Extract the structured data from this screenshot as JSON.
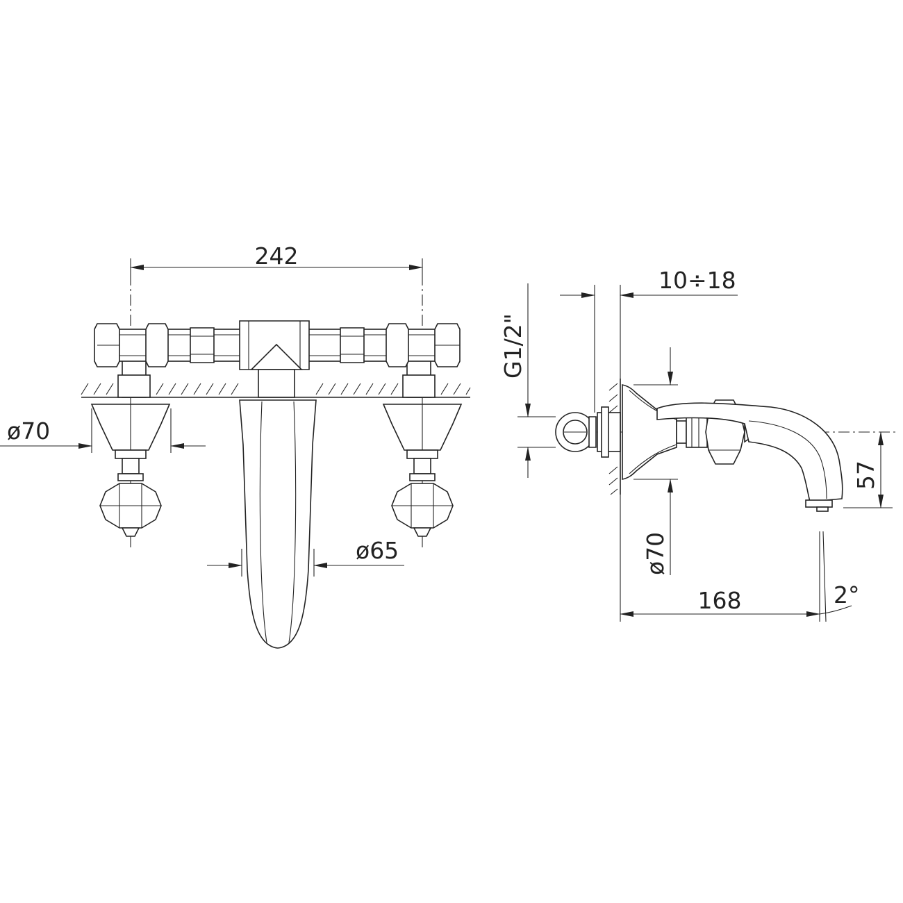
{
  "dimensions": {
    "spread": "242",
    "rosette_diameter_front": "ø70",
    "spout_diameter": "ø65",
    "connection_thread": "G1/2\"",
    "wall_thickness_range": "10÷18",
    "spout_height": "57",
    "rosette_diameter_side": "ø70",
    "spout_projection": "168",
    "spout_angle": "2°"
  }
}
